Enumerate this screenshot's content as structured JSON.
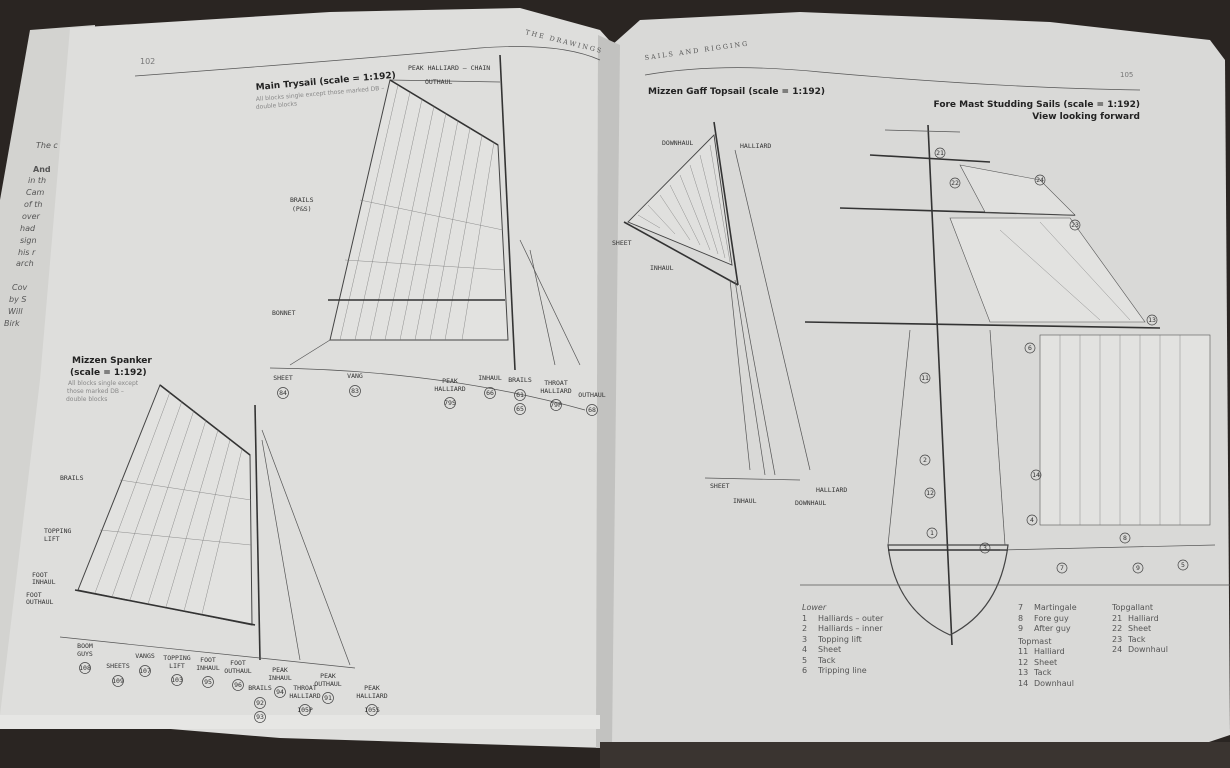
{
  "background_book": {
    "lines": [
      "The c",
      "And",
      "in th",
      "Cam",
      "of th",
      "over",
      "had",
      "sign",
      "his r",
      "arch",
      "Cov",
      "by S",
      "Will",
      "Birk"
    ]
  },
  "left_page": {
    "page_number": "102",
    "running_head": "THE DRAWINGS",
    "main_trysail": {
      "title": "Main Trysail (scale = 1:192)",
      "note_line1": "All blocks single except those marked DB –",
      "note_line2": "double blocks",
      "labels": {
        "peak_halliard_outhaul": "PEAK HALLIARD – CHAIN",
        "outhaul": "OUTHAUL",
        "brails": "BRAILS",
        "brails_ps": "(P&S)",
        "bonnet": "BONNET"
      },
      "bottom_labels": [
        {
          "line1": "SHEET",
          "line2": "",
          "numbers": [
            "84"
          ]
        },
        {
          "line1": "VANG",
          "line2": "",
          "numbers": [
            "83"
          ]
        },
        {
          "line1": "PEAK",
          "line2": "HALLIARD",
          "numbers": [
            "79S"
          ]
        },
        {
          "line1": "INHAUL",
          "line2": "",
          "numbers": [
            "66"
          ]
        },
        {
          "line1": "BRAILS",
          "line2": "",
          "numbers": [
            "61",
            "65"
          ]
        },
        {
          "line1": "THROAT",
          "line2": "HALLIARD",
          "numbers": [
            "79P"
          ]
        },
        {
          "line1": "OUTHAUL",
          "line2": "",
          "numbers": [
            "68"
          ]
        }
      ]
    },
    "mizzen_spanker": {
      "title_line1": "Mizzen Spanker",
      "title_line2": "(scale = 1:192)",
      "note_line1": "All blocks single except",
      "note_line2": "those marked DB –",
      "note_line3": "double blocks",
      "labels": {
        "brails": "BRAILS",
        "topping_lift_1": "TOPPING",
        "topping_lift_2": "LIFT",
        "foot_inhaul_1": "FOOT",
        "foot_inhaul_2": "INHAUL",
        "foot_outhaul_1": "FOOT",
        "foot_outhaul_2": "OUTHAUL"
      },
      "bottom_labels": [
        {
          "line1": "BOOM",
          "line2": "GUYS",
          "numbers": [
            "108"
          ]
        },
        {
          "line1": "SHEETS",
          "line2": "",
          "numbers": [
            "109"
          ]
        },
        {
          "line1": "VANGS",
          "line2": "",
          "numbers": [
            "107"
          ]
        },
        {
          "line1": "TOPPING",
          "line2": "LIFT",
          "numbers": [
            "103"
          ]
        },
        {
          "line1": "FOOT",
          "line2": "INHAUL",
          "numbers": [
            "95"
          ]
        },
        {
          "line1": "FOOT",
          "line2": "OUTHAUL",
          "numbers": [
            "96"
          ]
        },
        {
          "line1": "BRAILS",
          "line2": "",
          "numbers": [
            "92",
            "93"
          ]
        },
        {
          "line1": "PEAK",
          "line2": "INHAUL",
          "numbers": [
            "94"
          ]
        },
        {
          "line1": "THROAT",
          "line2": "HALLIARD",
          "numbers": [
            "105P"
          ]
        },
        {
          "line1": "PEAK",
          "line2": "OUTHAUL",
          "numbers": [
            "91"
          ]
        },
        {
          "line1": "PEAK",
          "line2": "HALLIARD",
          "numbers": [
            "105S"
          ]
        }
      ]
    }
  },
  "right_page": {
    "page_number": "105",
    "running_head": "SAILS AND RIGGING",
    "mizzen_gaff_topsail": {
      "title": "Mizzen Gaff Topsail (scale = 1:192)",
      "labels": {
        "downhaul": "DOWNHAUL",
        "halliard": "HALLIARD",
        "sheet": "SHEET",
        "inhaul": "INHAUL",
        "sheet_bottom": "SHEET",
        "inhaul_bottom": "INHAUL",
        "downhaul_bottom": "DOWNHAUL",
        "halliard_bottom": "HALLIARD"
      }
    },
    "fore_mast": {
      "title_line1": "Fore Mast Studding Sails (scale = 1:192)",
      "title_line2": "View looking forward",
      "callouts": [
        "1",
        "2",
        "3",
        "4",
        "5",
        "6",
        "7",
        "8",
        "9",
        "11",
        "12",
        "13",
        "14",
        "21",
        "22",
        "23",
        "24"
      ]
    },
    "legend": {
      "lower": {
        "heading": "Lower",
        "items": [
          {
            "n": "1",
            "t": "Halliards – outer"
          },
          {
            "n": "2",
            "t": "Halliards – inner"
          },
          {
            "n": "3",
            "t": "Topping lift"
          },
          {
            "n": "4",
            "t": "Sheet"
          },
          {
            "n": "5",
            "t": "Tack"
          },
          {
            "n": "6",
            "t": "Tripping line"
          }
        ]
      },
      "misc": {
        "items": [
          {
            "n": "7",
            "t": "Martingale"
          },
          {
            "n": "8",
            "t": "Fore guy"
          },
          {
            "n": "9",
            "t": "After guy"
          }
        ]
      },
      "topmast": {
        "heading": "Topmast",
        "items": [
          {
            "n": "11",
            "t": "Halliard"
          },
          {
            "n": "12",
            "t": "Sheet"
          },
          {
            "n": "13",
            "t": "Tack"
          },
          {
            "n": "14",
            "t": "Downhaul"
          }
        ]
      },
      "topgallant": {
        "heading": "Topgallant",
        "items": [
          {
            "n": "21",
            "t": "Halliard"
          },
          {
            "n": "22",
            "t": "Sheet"
          },
          {
            "n": "23",
            "t": "Tack"
          },
          {
            "n": "24",
            "t": "Downhaul"
          }
        ]
      }
    }
  },
  "colors": {
    "page": "#dcdcda",
    "background": "#2a2522"
  }
}
